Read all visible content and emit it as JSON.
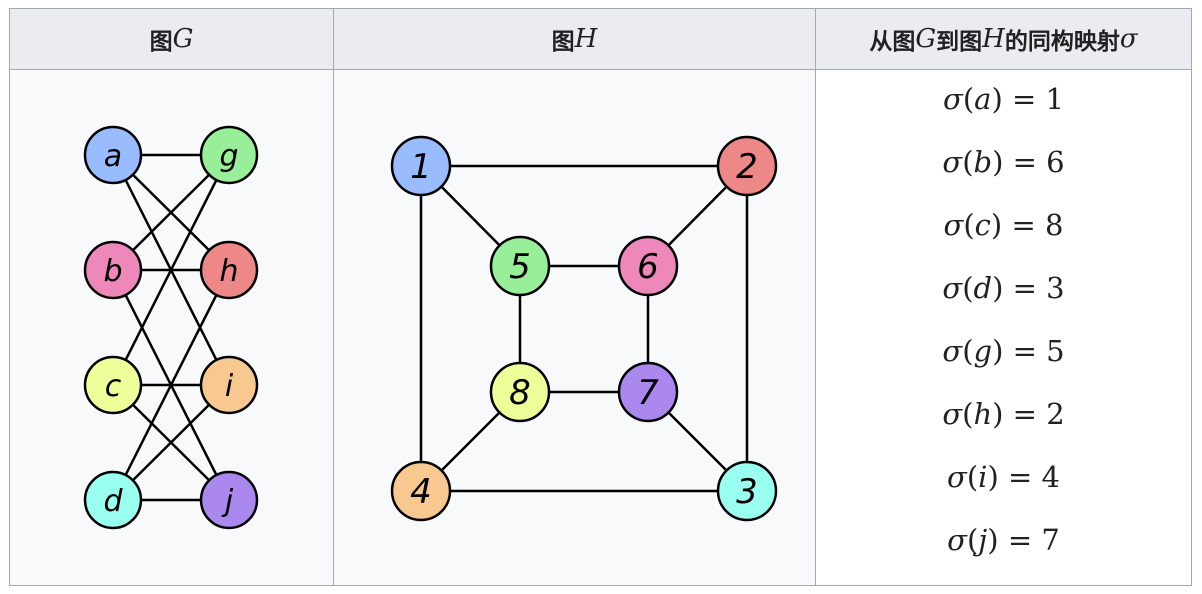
{
  "header": {
    "col1": {
      "prefix": "图",
      "math": "G"
    },
    "col2": {
      "prefix": "图",
      "math": "H"
    },
    "col3": {
      "part1": "从图",
      "math1": "G",
      "part2": "到图",
      "math2": "H",
      "part3": "的同构映射",
      "math3": "σ"
    }
  },
  "graphG": {
    "nodes": [
      {
        "id": "a",
        "label": "a",
        "color": "#99bbff"
      },
      {
        "id": "g",
        "label": "g",
        "color": "#99ee99"
      },
      {
        "id": "b",
        "label": "b",
        "color": "#ee88bb"
      },
      {
        "id": "h",
        "label": "h",
        "color": "#ee8888"
      },
      {
        "id": "c",
        "label": "c",
        "color": "#eeff99"
      },
      {
        "id": "i",
        "label": "i",
        "color": "#f7c88f"
      },
      {
        "id": "d",
        "label": "d",
        "color": "#99ffee"
      },
      {
        "id": "j",
        "label": "j",
        "color": "#aa88ee"
      }
    ],
    "edges": [
      [
        "a",
        "g"
      ],
      [
        "a",
        "h"
      ],
      [
        "a",
        "i"
      ],
      [
        "b",
        "g"
      ],
      [
        "b",
        "h"
      ],
      [
        "b",
        "j"
      ],
      [
        "c",
        "g"
      ],
      [
        "c",
        "i"
      ],
      [
        "c",
        "j"
      ],
      [
        "d",
        "h"
      ],
      [
        "d",
        "i"
      ],
      [
        "d",
        "j"
      ]
    ]
  },
  "graphH": {
    "nodes": [
      {
        "id": "1",
        "label": "1",
        "color": "#99bbff"
      },
      {
        "id": "2",
        "label": "2",
        "color": "#ee8888"
      },
      {
        "id": "5",
        "label": "5",
        "color": "#99ee99"
      },
      {
        "id": "6",
        "label": "6",
        "color": "#ee88bb"
      },
      {
        "id": "8",
        "label": "8",
        "color": "#eeff99"
      },
      {
        "id": "7",
        "label": "7",
        "color": "#aa88ee"
      },
      {
        "id": "4",
        "label": "4",
        "color": "#f7c88f"
      },
      {
        "id": "3",
        "label": "3",
        "color": "#99ffee"
      }
    ],
    "edges": [
      [
        "1",
        "2"
      ],
      [
        "1",
        "4"
      ],
      [
        "1",
        "5"
      ],
      [
        "2",
        "3"
      ],
      [
        "2",
        "6"
      ],
      [
        "3",
        "4"
      ],
      [
        "3",
        "7"
      ],
      [
        "4",
        "8"
      ],
      [
        "5",
        "6"
      ],
      [
        "5",
        "8"
      ],
      [
        "6",
        "7"
      ],
      [
        "7",
        "8"
      ]
    ]
  },
  "mapping": [
    {
      "arg": "a",
      "value": "1"
    },
    {
      "arg": "b",
      "value": "6"
    },
    {
      "arg": "c",
      "value": "8"
    },
    {
      "arg": "d",
      "value": "3"
    },
    {
      "arg": "g",
      "value": "5"
    },
    {
      "arg": "h",
      "value": "2"
    },
    {
      "arg": "i",
      "value": "4"
    },
    {
      "arg": "j",
      "value": "7"
    }
  ]
}
